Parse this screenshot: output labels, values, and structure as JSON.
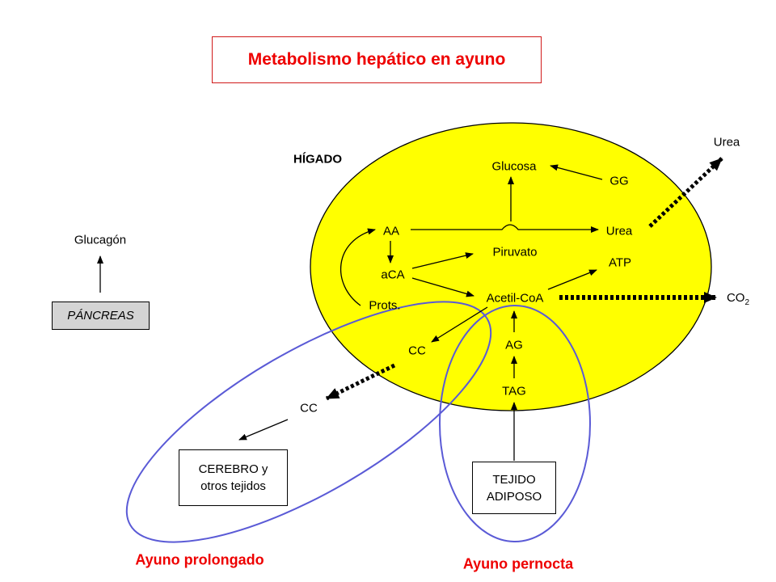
{
  "title": "Metabolismo hepático en ayuno",
  "liver_label": "HÍGADO",
  "organs": {
    "pancreas": "PÁNCREAS",
    "brain_line1": "CEREBRO y",
    "brain_line2": "otros tejidos",
    "adipose_line1": "TEJIDO",
    "adipose_line2": "ADIPOSO"
  },
  "nodes": {
    "glucagon": "Glucagón",
    "glucosa": "Glucosa",
    "gg": "GG",
    "aa": "AA",
    "urea_liver": "Urea",
    "urea_out": "Urea",
    "aca": "aCA",
    "piruvato": "Piruvato",
    "atp": "ATP",
    "prots": "Prots.",
    "acetil_coa": "Acetil-CoA",
    "co2_base": "CO",
    "co2_sub": "2",
    "cc_liver": "CC",
    "cc_out": "CC",
    "ag": "AG",
    "tag": "TAG"
  },
  "regions": {
    "prolonged": "Ayuno prolongado",
    "overnight": "Ayuno pernocta"
  },
  "colors": {
    "title_red": "#ee0000",
    "liver_fill": "#ffff00",
    "fasting_outline": "#5a5ad6",
    "pancreas_fill": "#d4d4d4"
  }
}
